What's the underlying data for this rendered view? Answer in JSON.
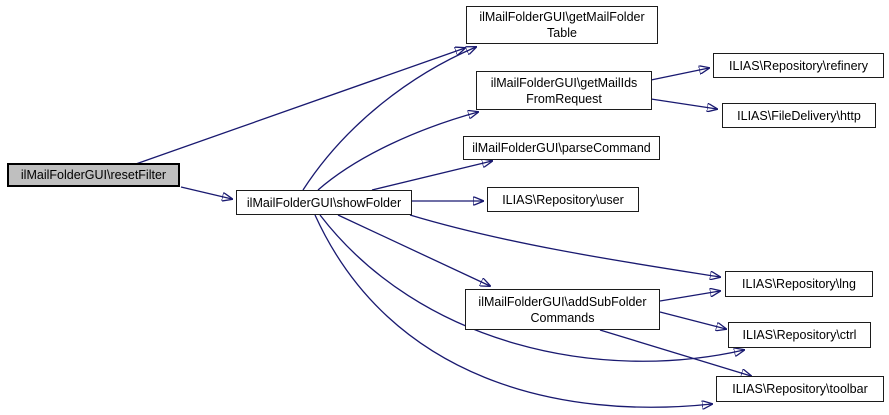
{
  "graph": {
    "type": "call-graph",
    "colors": {
      "edge": "#191970",
      "node_fill": "#ffffff",
      "node_border": "#1c1c1c",
      "highlight_fill": "#bfbfbf",
      "text": "#000000",
      "background": "#ffffff"
    },
    "nodes": [
      {
        "id": "resetFilter",
        "label": "ilMailFolderGUI\\resetFilter",
        "lines": [
          "ilMailFolderGUI\\resetFilter"
        ],
        "highlighted": true
      },
      {
        "id": "showFolder",
        "label": "ilMailFolderGUI\\showFolder",
        "lines": [
          "ilMailFolderGUI\\showFolder"
        ],
        "highlighted": false
      },
      {
        "id": "getMailFolderTable",
        "label": "ilMailFolderGUI\\getMailFolderTable",
        "lines": [
          "ilMailFolderGUI\\getMailFolder",
          "Table"
        ],
        "highlighted": false
      },
      {
        "id": "getMailIdsFromRequest",
        "label": "ilMailFolderGUI\\getMailIdsFromRequest",
        "lines": [
          "ilMailFolderGUI\\getMailIds",
          "FromRequest"
        ],
        "highlighted": false
      },
      {
        "id": "refinery",
        "label": "ILIAS\\Repository\\refinery",
        "lines": [
          "ILIAS\\Repository\\refinery"
        ],
        "highlighted": false
      },
      {
        "id": "http",
        "label": "ILIAS\\FileDelivery\\http",
        "lines": [
          "ILIAS\\FileDelivery\\http"
        ],
        "highlighted": false
      },
      {
        "id": "parseCommand",
        "label": "ilMailFolderGUI\\parseCommand",
        "lines": [
          "ilMailFolderGUI\\parseCommand"
        ],
        "highlighted": false
      },
      {
        "id": "user",
        "label": "ILIAS\\Repository\\user",
        "lines": [
          "ILIAS\\Repository\\user"
        ],
        "highlighted": false
      },
      {
        "id": "addSubFolderCommands",
        "label": "ilMailFolderGUI\\addSubFolderCommands",
        "lines": [
          "ilMailFolderGUI\\addSubFolder",
          "Commands"
        ],
        "highlighted": false
      },
      {
        "id": "lng",
        "label": "ILIAS\\Repository\\lng",
        "lines": [
          "ILIAS\\Repository\\lng"
        ],
        "highlighted": false
      },
      {
        "id": "ctrl",
        "label": "ILIAS\\Repository\\ctrl",
        "lines": [
          "ILIAS\\Repository\\ctrl"
        ],
        "highlighted": false
      },
      {
        "id": "toolbar",
        "label": "ILIAS\\Repository\\toolbar",
        "lines": [
          "ILIAS\\Repository\\toolbar"
        ],
        "highlighted": false
      }
    ],
    "edges": [
      {
        "from": "resetFilter",
        "to": "getMailFolderTable"
      },
      {
        "from": "resetFilter",
        "to": "showFolder"
      },
      {
        "from": "showFolder",
        "to": "getMailFolderTable"
      },
      {
        "from": "showFolder",
        "to": "getMailIdsFromRequest"
      },
      {
        "from": "showFolder",
        "to": "parseCommand"
      },
      {
        "from": "showFolder",
        "to": "user"
      },
      {
        "from": "showFolder",
        "to": "addSubFolderCommands"
      },
      {
        "from": "showFolder",
        "to": "lng"
      },
      {
        "from": "showFolder",
        "to": "ctrl"
      },
      {
        "from": "showFolder",
        "to": "toolbar"
      },
      {
        "from": "getMailIdsFromRequest",
        "to": "refinery"
      },
      {
        "from": "getMailIdsFromRequest",
        "to": "http"
      },
      {
        "from": "addSubFolderCommands",
        "to": "lng"
      },
      {
        "from": "addSubFolderCommands",
        "to": "ctrl"
      },
      {
        "from": "addSubFolderCommands",
        "to": "toolbar"
      }
    ]
  }
}
